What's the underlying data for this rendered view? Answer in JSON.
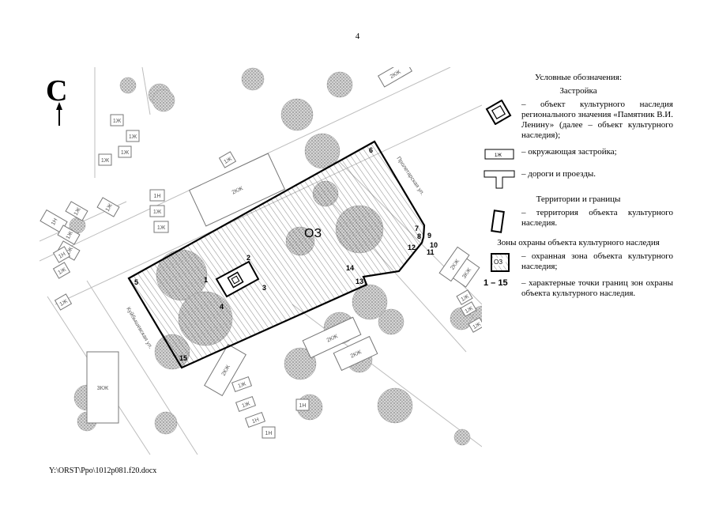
{
  "page_number": "4",
  "footer_path": "Y:\\ORST\\Ppo\\1012p081.f20.docx",
  "map": {
    "north_letter": "С",
    "zone_label": "ОЗ",
    "streets": [
      "Пролетарская ул.",
      "Куйбышевская ул."
    ],
    "point_labels": [
      "1",
      "2",
      "3",
      "4",
      "5",
      "6",
      "7",
      "8",
      "9",
      "10",
      "11",
      "12",
      "13",
      "14",
      "15"
    ],
    "building_labels": [
      "2КЖ",
      "2КЖ",
      "2КЖ",
      "3КЖ",
      "2КЖ",
      "2КЖ",
      "3КЖ",
      "2КЖ",
      "1Н",
      "1Ж",
      "1Ж",
      "1Ж",
      "1Ж",
      "1Н",
      "1Ж",
      "1Ж",
      "1Н",
      "1Ж",
      "1Ж",
      "1Ж",
      "1Ж",
      "1Ж",
      "1Н",
      "1Ж",
      "1Ж",
      "1Ж",
      "1Н",
      "1Н",
      "1Ж",
      "1Ж",
      "1Ж",
      "1Ж"
    ]
  },
  "legend": {
    "title": "Условные обозначения:",
    "section1": "Застройка",
    "item_monument": "– объект культурного наследия регионального значения «Памятник В.И. Ленину» (далее – объект культурного наследия);",
    "item_buildings_sym": "1Ж",
    "item_buildings": "– окружающая застройка;",
    "item_roads": "– дороги и проезды.",
    "section2": "Территории и границы",
    "item_territory": "– территория объекта культурного наследия.",
    "section3": "Зоны охраны объекта культурного наследия",
    "item_zone_sym": "ОЗ",
    "item_zone": "– охранная зона объекта культурного наследия;",
    "item_points_sym": "1 – 15",
    "item_points": "– характерные точки границ зон охраны объекта культурного наследия."
  },
  "colors": {
    "ink": "#000000",
    "tree": "#9a9a9a",
    "road": "#bdbdbd"
  }
}
